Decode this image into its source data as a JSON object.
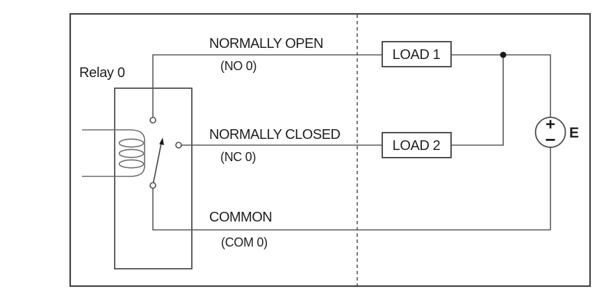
{
  "diagram": {
    "relay_label": "Relay 0",
    "terminals": {
      "no": {
        "name": "NORMALLY OPEN",
        "pin": "(NO 0)"
      },
      "nc": {
        "name": "NORMALLY CLOSED",
        "pin": "(NC 0)"
      },
      "com": {
        "name": "COMMON",
        "pin": "(COM 0)"
      }
    },
    "loads": {
      "load1": "LOAD 1",
      "load2": "LOAD 2"
    },
    "source": {
      "label": "E",
      "plus": "+",
      "minus": "−"
    },
    "colors": {
      "background": "#ffffff",
      "frame": "#3f3f3f",
      "wire": "#595959",
      "text": "#1f1f1f"
    }
  }
}
